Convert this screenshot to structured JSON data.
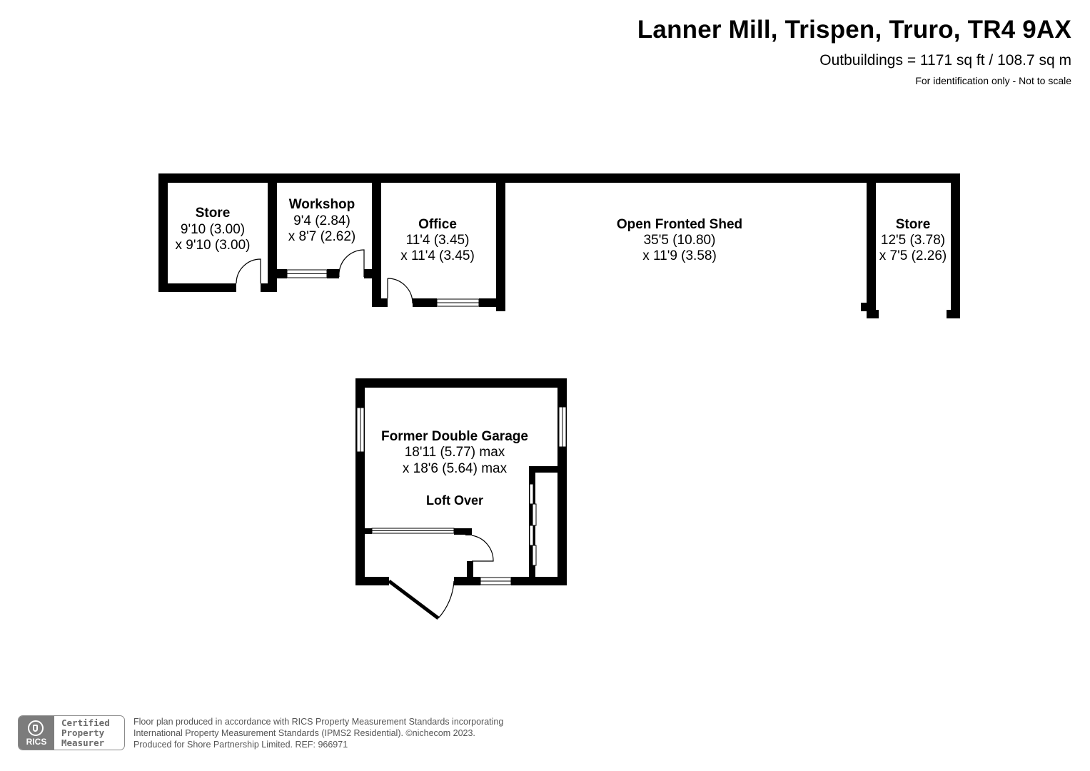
{
  "header": {
    "title": "Lanner Mill, Trispen, Truro, TR4 9AX",
    "area": "Outbuildings = 1171 sq ft / 108.7 sq m",
    "note": "For identification only - Not to scale"
  },
  "rooms": {
    "store_left": {
      "name": "Store",
      "dim1": "9'10 (3.00)",
      "dim2": "x 9'10 (3.00)"
    },
    "workshop": {
      "name": "Workshop",
      "dim1": "9'4 (2.84)",
      "dim2": "x 8'7 (2.62)"
    },
    "office": {
      "name": "Office",
      "dim1": "11'4 (3.45)",
      "dim2": "x 11'4 (3.45)"
    },
    "shed": {
      "name": "Open Fronted Shed",
      "dim1": "35'5 (10.80)",
      "dim2": "x 11'9 (3.58)"
    },
    "store_right": {
      "name": "Store",
      "dim1": "12'5 (3.78)",
      "dim2": "x 7'5 (2.26)"
    },
    "garage": {
      "name": "Former Double Garage",
      "dim1": "18'11 (5.77) max",
      "dim2": "x 18'6 (5.64) max",
      "note": "Loft Over"
    }
  },
  "footer": {
    "badge_code": "RICS",
    "badge_lines": [
      "Certified",
      "Property",
      "Measurer"
    ],
    "lines": [
      "Floor plan produced in accordance with RICS Property Measurement Standards incorporating",
      "International Property Measurement Standards (IPMS2 Residential).  ©nichecom 2023.",
      "Produced for Shore Partnership Limited.   REF:  966971"
    ]
  }
}
